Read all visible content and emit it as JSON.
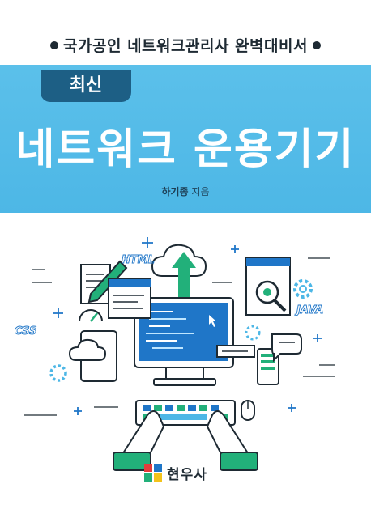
{
  "cover": {
    "series_line": "국가공인 네트워크관리사 완벽대비서",
    "badge": "최신",
    "title": "네트워크 운용기기",
    "author_name": "하기종",
    "author_role": "지음",
    "publisher": "현우사"
  },
  "illustration": {
    "html_tag": "HTML",
    "java_tag": "JAVA",
    "css_tag": "CSS"
  },
  "colors": {
    "band": "#4db7e6",
    "badge": "#1d5f85",
    "accent_green": "#22b07a",
    "screen_blue": "#1f76c8",
    "dark": "#1e2a33"
  }
}
